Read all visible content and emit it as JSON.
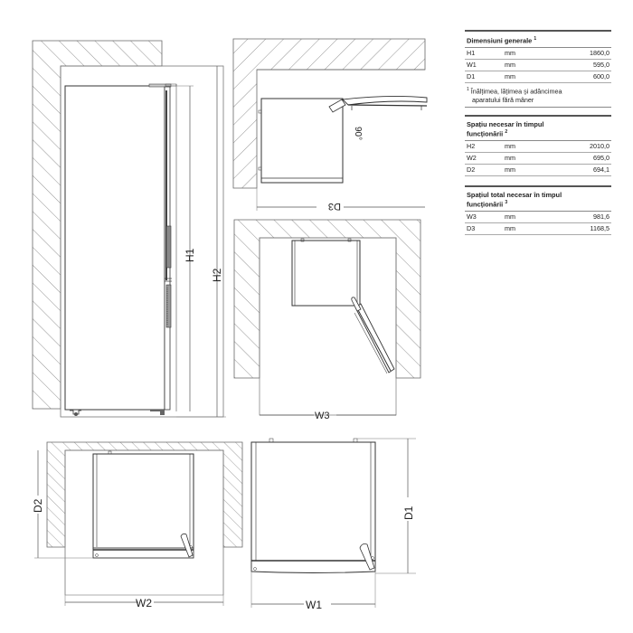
{
  "drawing": {
    "labels": {
      "h1": "H1",
      "h2": "H2",
      "d3": "D3",
      "angle": "90°",
      "w3": "W3",
      "d2": "D2",
      "w2": "W2",
      "d1": "D1",
      "w1": "W1"
    },
    "colors": {
      "line": "#333333",
      "hatch": "#777777",
      "door": "#555555"
    }
  },
  "tables": [
    {
      "title": "Dimensiuni generale",
      "footnote_ref": "1",
      "rows": [
        {
          "key": "H1",
          "unit": "mm",
          "value": "1860,0"
        },
        {
          "key": "W1",
          "unit": "mm",
          "value": "595,0"
        },
        {
          "key": "D1",
          "unit": "mm",
          "value": "600,0"
        }
      ],
      "footnote": {
        "ref": "1",
        "line1": "Înălțimea, lățimea și adâncimea",
        "line2": "aparatului fără mâner"
      }
    },
    {
      "title_line1": "Spațiu necesar în timpul",
      "title_line2": "funcționării",
      "footnote_ref": "2",
      "rows": [
        {
          "key": "H2",
          "unit": "mm",
          "value": "2010,0"
        },
        {
          "key": "W2",
          "unit": "mm",
          "value": "695,0"
        },
        {
          "key": "D2",
          "unit": "mm",
          "value": "694,1"
        }
      ]
    },
    {
      "title_line1": "Spațiul total necesar în timpul",
      "title_line2": "funcționării",
      "footnote_ref": "3",
      "rows": [
        {
          "key": "W3",
          "unit": "mm",
          "value": "981,6"
        },
        {
          "key": "D3",
          "unit": "mm",
          "value": "1168,5"
        }
      ]
    }
  ]
}
